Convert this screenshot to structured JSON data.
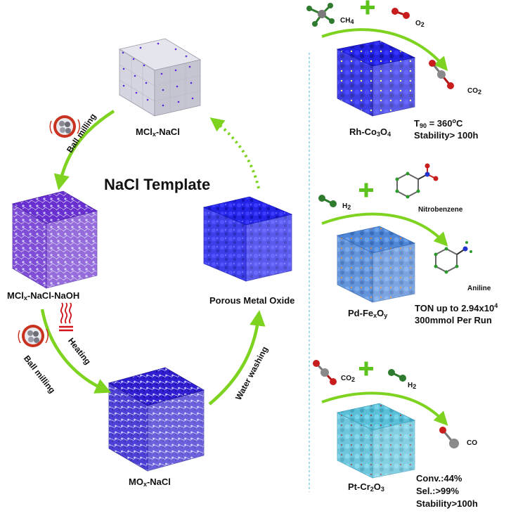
{
  "center": {
    "title": "NaCl Template"
  },
  "steps": {
    "ball_milling_top": "Ball milling",
    "ball_milling_bottom": "Ball milling",
    "heating": "Heating",
    "water_washing": "Water washing"
  },
  "materials": {
    "mclx_nacl": {
      "a": "MCl",
      "sub": "x",
      "b": "-NaCl"
    },
    "mclx_nacl_naoh": {
      "a": "MCl",
      "sub": "x",
      "b": "-NaCl-NaOH"
    },
    "mox_nacl": {
      "a": "MO",
      "sub": "x",
      "b": "-NaCl"
    },
    "porous": "Porous Metal Oxide"
  },
  "reactions": {
    "r1": {
      "reactant1": {
        "a": "CH",
        "sub": "4"
      },
      "reactant2": {
        "a": "O",
        "sub": "2"
      },
      "product": {
        "a": "CO",
        "sub": "2"
      },
      "catalyst": {
        "a": "Rh-Co",
        "s1": "3",
        "b": "O",
        "s2": "4"
      },
      "line1": {
        "a": "T",
        "sub": "90",
        "b": " = 360",
        "sup": "o",
        "c": "C"
      },
      "line2": "Stability> 100h"
    },
    "r2": {
      "reactant1": {
        "a": "H",
        "sub": "2"
      },
      "reactant2": "Nitrobenzene",
      "product": "Aniline",
      "catalyst": {
        "a": "Pd-Fe",
        "s1": "x",
        "b": "O",
        "s2": "y"
      },
      "line1": {
        "a": "TON up to 2.94x10",
        "sup": "4"
      },
      "line2": "300mmol Per Run"
    },
    "r3": {
      "reactant1": {
        "a": "CO",
        "sub": "2"
      },
      "reactant2": {
        "a": "H",
        "sub": "2"
      },
      "product": "CO",
      "catalyst": {
        "a": "Pt-Cr",
        "s1": "2",
        "b": "O",
        "s2": "3"
      },
      "line1": "Conv.:44%",
      "line2": "Sel.:>99%",
      "line3": "Stability>100h"
    }
  },
  "colors": {
    "arrow_green": "#7ed321",
    "plus_green": "#5cc21c",
    "divider": "#7fd3e6",
    "cube_purple": "#6a2fd0",
    "cube_deep_blue": "#2f1fd0",
    "cube_porous": "#2424e6",
    "cube_rh": "#2222e0",
    "cube_pd": "#4f86d6",
    "cube_pt": "#5bbfd8",
    "lattice_grey": "#b8b8c4",
    "lattice_dot": "#5b2bd6",
    "heat_red": "#d0111b"
  }
}
